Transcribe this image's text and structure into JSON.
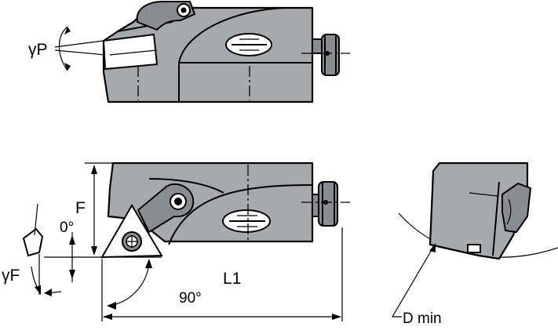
{
  "labels": {
    "gamma_p": "γP",
    "gamma_f": "γF",
    "f": "F",
    "zero_deg": "0°",
    "l1": "L1",
    "ninety_deg": "90°",
    "d_min": "D min"
  },
  "colors": {
    "body": "#a7a9ac",
    "dark": "#8a8c8f",
    "line": "#000000",
    "background": "#ffffff"
  }
}
